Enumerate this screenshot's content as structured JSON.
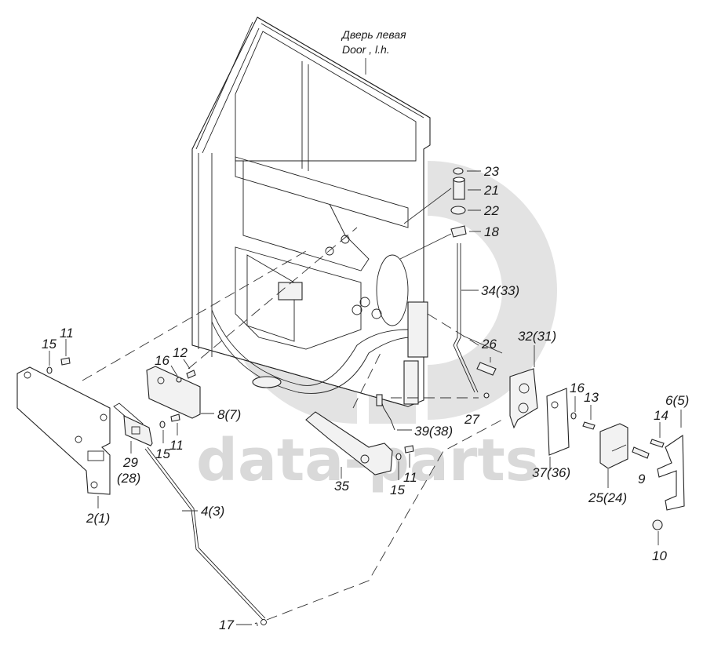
{
  "diagram": {
    "title_ru": "Дверь левая",
    "title_en": "Door , l.h.",
    "watermark": "data-parts",
    "watermark_color": "#d9d9d9",
    "line_color": "#222222",
    "callouts": {
      "c23": "23",
      "c21": "21",
      "c22": "22",
      "c18": "18",
      "c34": "34(33)",
      "c26": "26",
      "c32": "32(31)",
      "c27": "27",
      "c16a": "16",
      "c13": "13",
      "c37": "37(36)",
      "c14": "14",
      "c6": "6(5)",
      "c9": "9",
      "c25": "25(24)",
      "c10": "10",
      "c39": "39(38)",
      "c35": "35",
      "c15a": "15",
      "c11a": "11",
      "c15b": "15",
      "c11b": "11",
      "c2": "2(1)",
      "c16b": "16",
      "c12": "12",
      "c8": "8(7)",
      "c29": "29",
      "c28": "(28)",
      "c15c": "15",
      "c11c": "11",
      "c4": "4(3)",
      "c17": "17"
    }
  }
}
